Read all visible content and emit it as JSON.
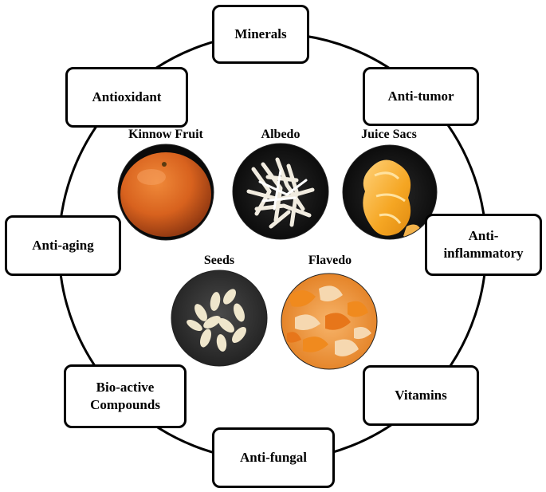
{
  "benefits": {
    "minerals": "Minerals",
    "antioxidant": "Antioxidant",
    "anti_tumor": "Anti-tumor",
    "anti_aging": "Anti-aging",
    "anti_inflammatory": "Anti-\ninflammatory",
    "bioactive_compounds": "Bio-active\nCompounds",
    "vitamins": "Vitamins",
    "anti_fungal": "Anti-fungal"
  },
  "fruit_parts": {
    "kinnow_fruit": "Kinnow Fruit",
    "albedo": "Albedo",
    "juice_sacs": "Juice Sacs",
    "seeds": "Seeds",
    "flavedo": "Flavedo"
  },
  "colors": {
    "outline": "#000000",
    "fruit_orange": "#d8621e",
    "flavedo_orange": "#f08a1e",
    "juice_orange": "#f5a623",
    "albedo_white": "#f1ece0",
    "seed_cream": "#efe6cc"
  }
}
